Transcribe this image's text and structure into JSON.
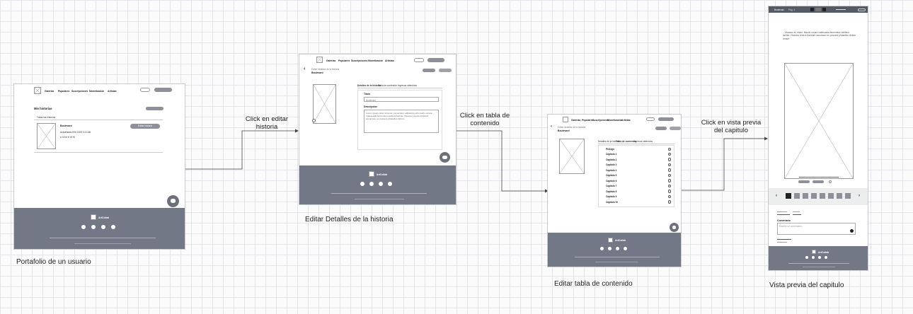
{
  "captions": {
    "portfolio": "Portafolio de un usuario",
    "edit_details": "Editar Detalles de la historia",
    "edit_toc": "Editar tabla de contenido",
    "preview": "Vista previa del capitulo"
  },
  "flow_labels": {
    "edit_story": "Click en editar\nhistoria",
    "toc": "Click en tabla de\ncontenido",
    "preview": "Click en vista previa\ndel capitulo"
  },
  "nav": {
    "items": [
      "Galerías",
      "Populares",
      "Suscripciones",
      "Monetización",
      "Artistas"
    ]
  },
  "brand": "ArtCollab",
  "portfolio": {
    "heading": "Mis historias",
    "tab": "Todas las historias",
    "story_title": "Boulevard",
    "story_updated": "Actualizado Ene 2023 3:11 AM",
    "views": "18 M",
    "likes": "19 M",
    "edit_button": "Editar historia"
  },
  "details": {
    "story_kicker": "Editar detalles de la historia",
    "story_title": "Boulevard",
    "tabs": [
      "Detalles de la historia",
      "Tabla de contenido",
      "Ingresos obtenidos"
    ],
    "title_label": "Título",
    "title_value": "Boulevard",
    "description_label": "Descripción",
    "description_value": "Lorem ipsum dolor sit amet consectetur adipiscing elit mauris ornare malesuada fermentum eleifend lacinia. Vivamus viverra tincidunt accumsan eu posuere phasellus dictum."
  },
  "toc": {
    "chapters": [
      "Prólogo",
      "Capítulo 1",
      "Capítulo 2",
      "Capítulo 3",
      "Capítulo 4",
      "Capítulo 5",
      "Capítulo 6",
      "Capítulo 7",
      "Capítulo 8",
      "Capítulo 9",
      "Capítulo 10"
    ]
  },
  "preview": {
    "top_story": "Boulevard",
    "top_chapter": "Pág. 1",
    "text_block": "...Vivamus et, etiam. Mauris ornare malesuada fermentum eleifend lacinia. Vivamus viverra tincidunt accumsan eu posuere phasellus dictum ornare.",
    "comment_label": "Comentario",
    "comment_placeholder": "Escribe un comentario..."
  }
}
